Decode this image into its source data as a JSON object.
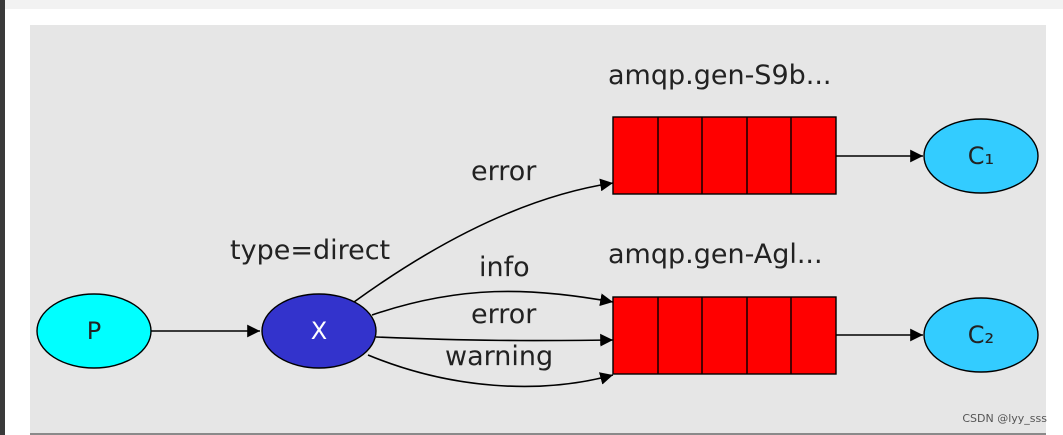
{
  "diagram": {
    "exchange_type_label": "type=direct",
    "producer": {
      "label": "P",
      "color": "#00ffff"
    },
    "exchange": {
      "label": "X",
      "color": "#3333cc"
    },
    "queues": [
      {
        "name": "amqp.gen-S9b...",
        "color": "#ff0000"
      },
      {
        "name": "amqp.gen-Agl...",
        "color": "#ff0000"
      }
    ],
    "consumers": [
      {
        "label": "C₁",
        "color": "#33ccff"
      },
      {
        "label": "C₂",
        "color": "#33ccff"
      }
    ],
    "bindings": [
      {
        "key": "error"
      },
      {
        "key": "info"
      },
      {
        "key": "error"
      },
      {
        "key": "warning"
      }
    ]
  },
  "watermark": "CSDN @lyy_sss"
}
